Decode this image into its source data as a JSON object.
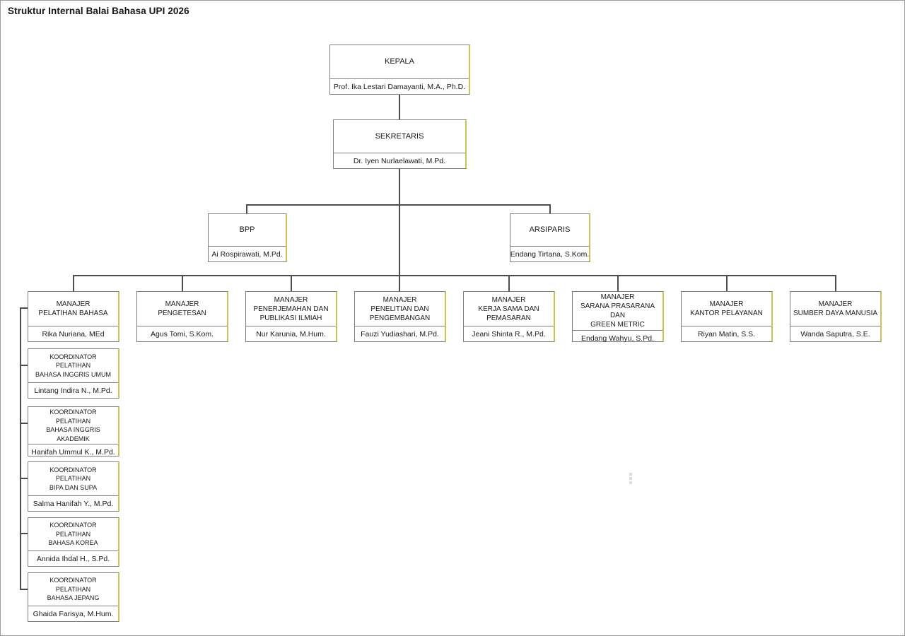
{
  "page_title": "Struktur Internal Balai Bahasa UPI 2026",
  "org": {
    "kepala": {
      "title": "KEPALA",
      "name": "Prof. Ika Lestari Damayanti, M.A., Ph.D."
    },
    "sekretaris": {
      "title": "SEKRETARIS",
      "name": "Dr. Iyen Nurlaelawati, M.Pd."
    },
    "bpp": {
      "title": "BPP",
      "name": "Ai Rospirawati, M.Pd."
    },
    "arsiparis": {
      "title": "ARSIPARIS",
      "name": "Endang Tirtana, S.Kom."
    },
    "managers": [
      {
        "title": "MANAJER\nPELATIHAN BAHASA",
        "name": "Rika Nuriana, MEd"
      },
      {
        "title": "MANAJER\nPENGETESAN",
        "name": "Agus Tomi, S.Kom."
      },
      {
        "title": "MANAJER\nPENERJEMAHAN DAN\nPUBLIKASI ILMIAH",
        "name": "Nur Karunia, M.Hum."
      },
      {
        "title": "MANAJER\nPENELITIAN DAN\nPENGEMBANGAN",
        "name": "Fauzi Yudiashari, M.Pd."
      },
      {
        "title": "MANAJER\nKERJA SAMA DAN\nPEMASARAN",
        "name": "Jeani Shinta R., M.Pd."
      },
      {
        "title": "MANAJER\nSARANA PRASARANA DAN\nGREEN METRIC",
        "name": "Endang Wahyu, S.Pd."
      },
      {
        "title": "MANAJER\nKANTOR PELAYANAN",
        "name": "Riyan Matin, S.S."
      },
      {
        "title": "MANAJER\nSUMBER DAYA MANUSIA",
        "name": "Wanda Saputra, S.E."
      }
    ],
    "coordinators": [
      {
        "title": "KOORDINATOR\nPELATIHAN\nBAHASA INGGRIS UMUM",
        "name": "Lintang Indira N., M.Pd."
      },
      {
        "title": "KOORDINATOR\nPELATIHAN\nBAHASA INGGRIS AKADEMIK",
        "name": "Hanifah Ummul K., M.Pd."
      },
      {
        "title": "KOORDINATOR\nPELATIHAN\nBIPA DAN SUPA",
        "name": "Salma Hanifah Y., M.Pd."
      },
      {
        "title": "KOORDINATOR\nPELATIHAN\nBAHASA KOREA",
        "name": "Annida Ihdal H., S.Pd."
      },
      {
        "title": "KOORDINATOR\nPELATIHAN\nBAHASA JEPANG",
        "name": "Ghaida Farisya, M.Hum."
      }
    ]
  },
  "colors": {
    "box_border": "#7f7f7f",
    "accent_right_border": "#cdc058",
    "connector": "#4d4d4d"
  }
}
